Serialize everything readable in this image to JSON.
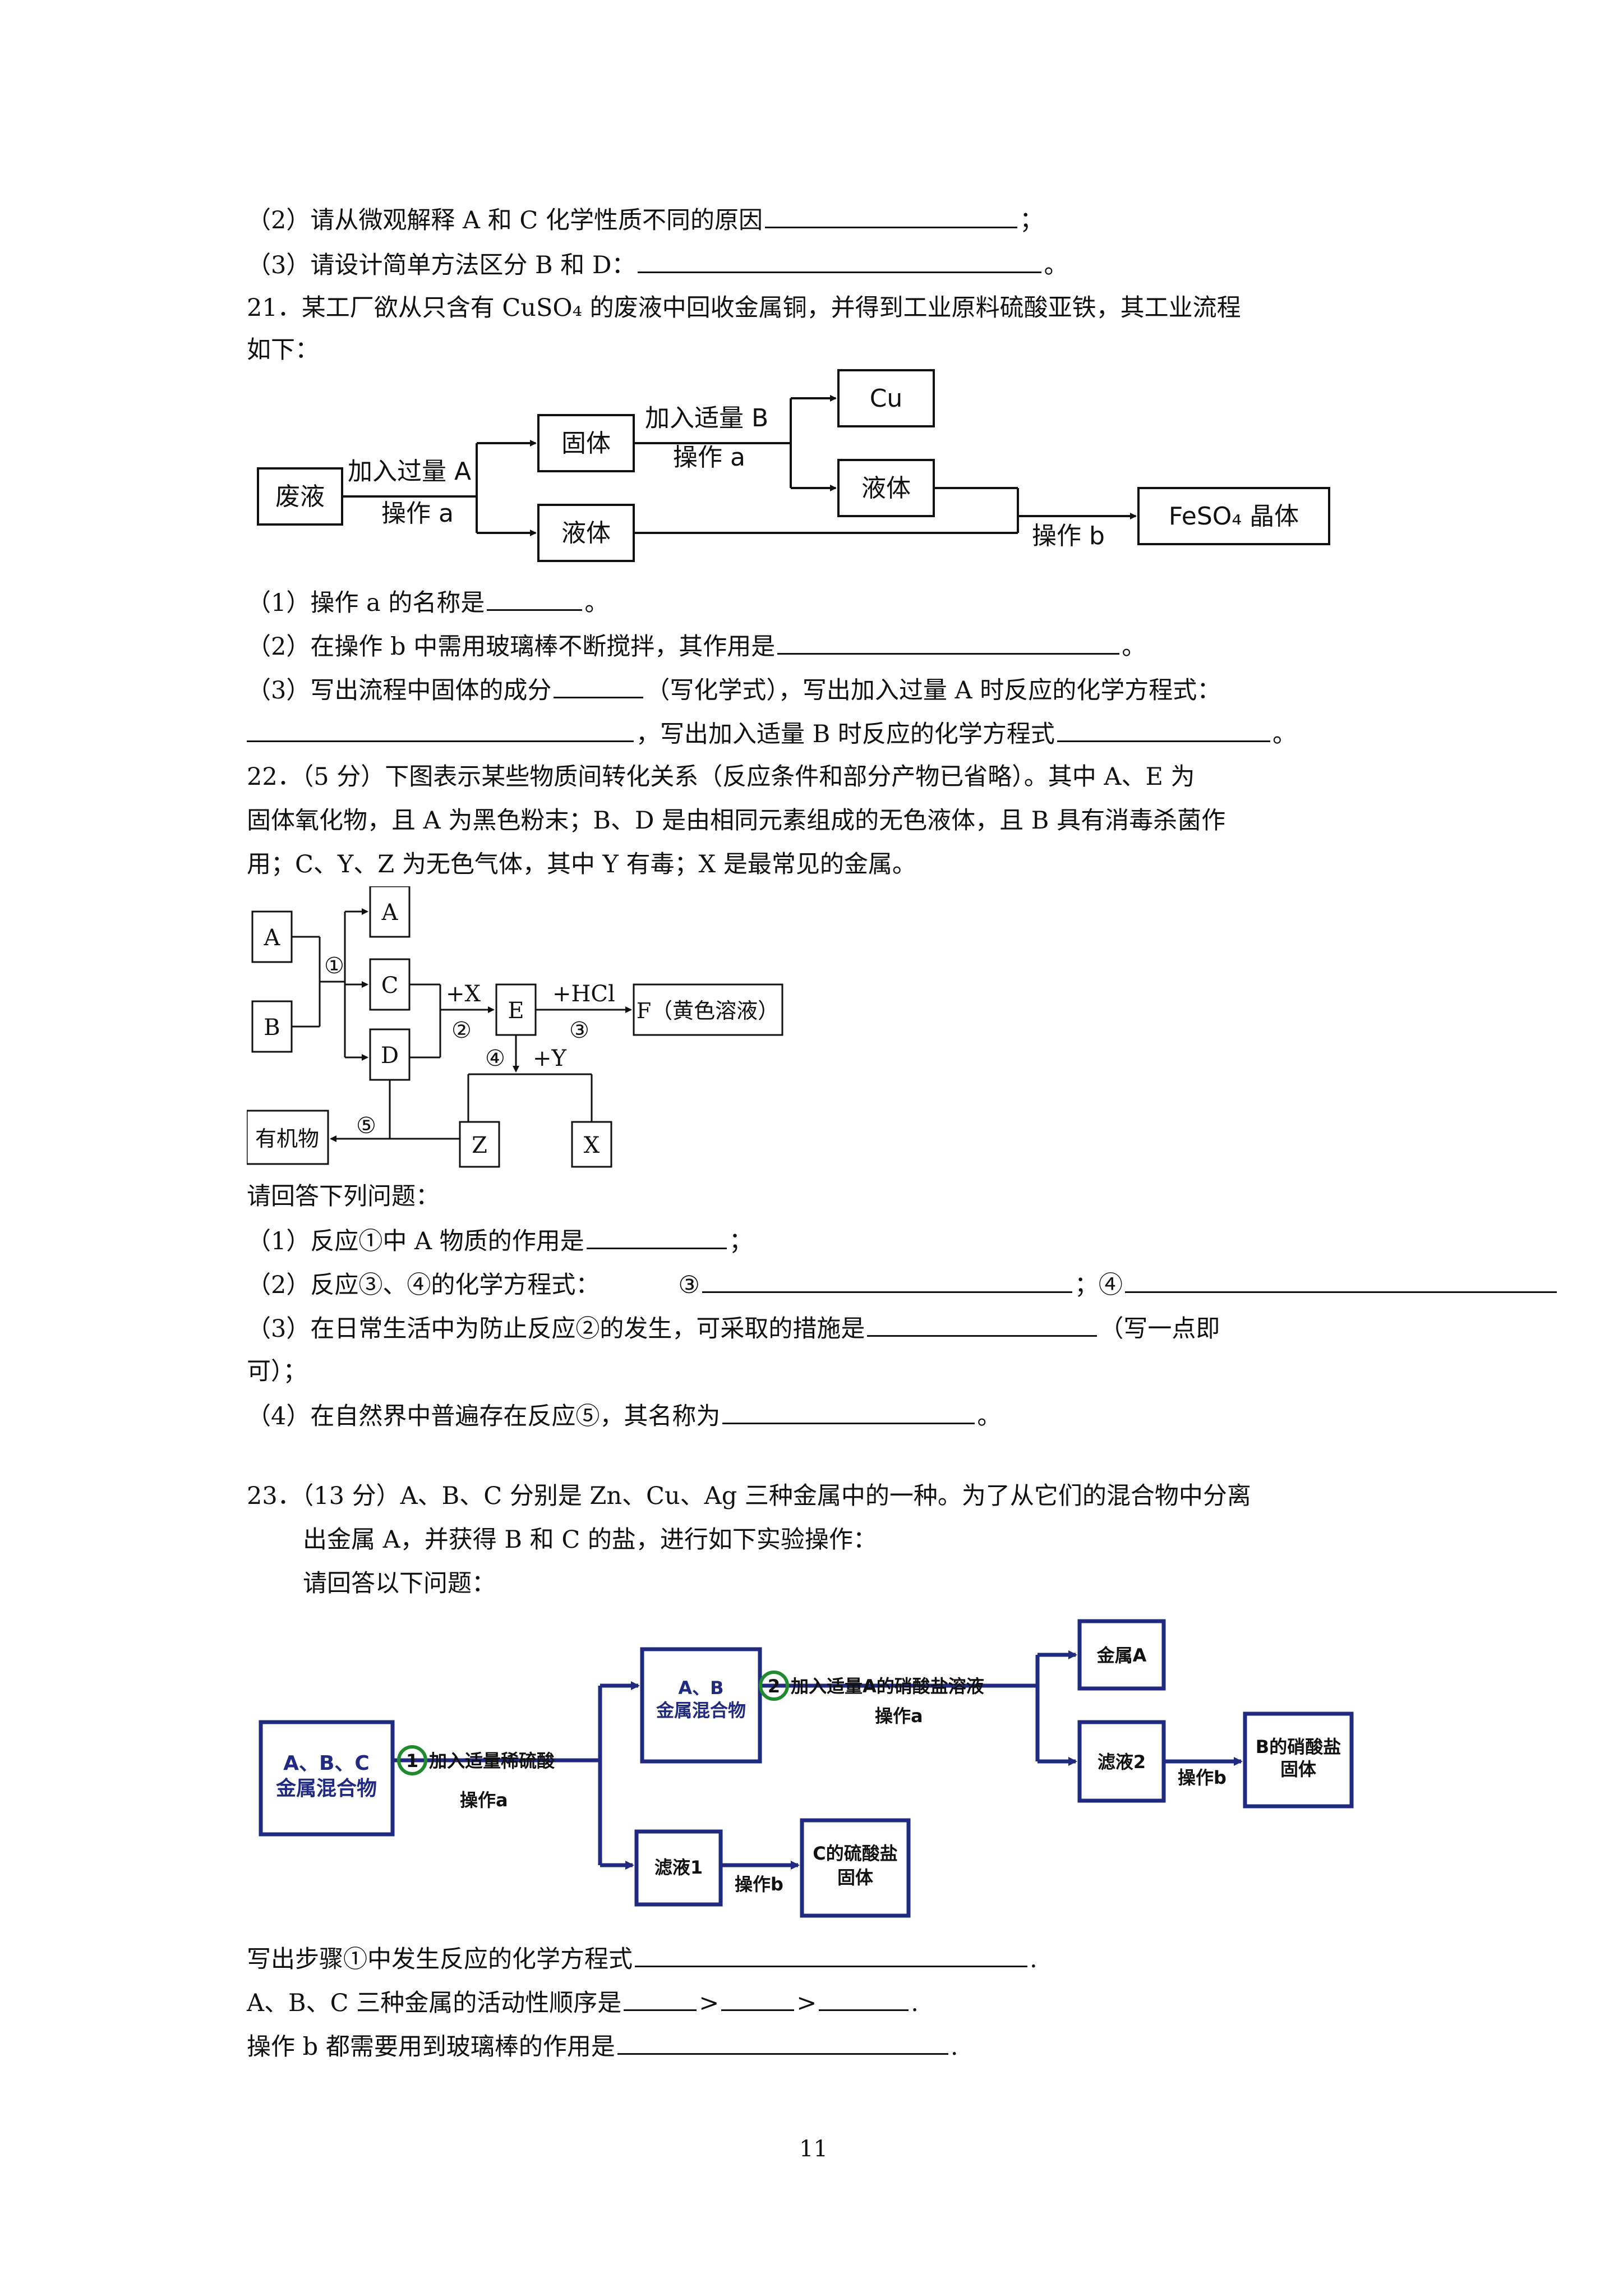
{
  "lines": {
    "q20_2": "（2）请从微观解释 A 和 C 化学性质不同的原因",
    "q20_3": "（3）请设计简单方法区分 B 和 D：",
    "q21_l1": "21．某工厂欲从只含有 CuSO₄ 的废液中回收金属铜，并得到工业原料硫酸亚铁，其工业流程",
    "q21_l2": "如下：",
    "q21_1": "（1）操作 a 的名称是",
    "q21_2": "（2）在操作 b 中需用玻璃棒不断搅拌，其作用是",
    "q21_3a": "（3）写出流程中固体的成分",
    "q21_3b": "（写化学式），写出加入过量 A 时反应的化学方程式：",
    "q21_3c": "，写出加入适量 B 时反应的化学方程式",
    "q22_l1": "22．（5 分）下图表示某些物质间转化关系（反应条件和部分产物已省略）。其中 A、E 为",
    "q22_l2": "固体氧化物，且 A 为黑色粉末；B、D 是由相同元素组成的无色液体，且 B 具有消毒杀菌作",
    "q22_l3": "用；C、Y、Z 为无色气体，其中 Y 有毒；X 是最常见的金属。",
    "q22_ask": "请回答下列问题：",
    "q22_1": "（1）反应①中 A 物质的作用是",
    "q22_2a": "（2）反应③、④的化学方程式：",
    "q22_2b": "③",
    "q22_2c": "；④",
    "q22_3a": "（3）在日常生活中为防止反应②的发生，可采取的措施是",
    "q22_3b": "（写一点即",
    "q22_3c": "可）；",
    "q22_4": "（4）在自然界中普遍存在反应⑤，其名称为",
    "q23_l1": "23．（13 分）A、B、C 分别是 Zn、Cu、Ag 三种金属中的一种。为了从它们的混合物中分离",
    "q23_l2": "出金属 A，并获得 B 和 C 的盐，进行如下实验操作：",
    "q23_l3": "请回答以下问题：",
    "q23_a": "写出步骤①中发生反应的化学方程式",
    "q23_b": "A、B、C 三种金属的活动性顺序是",
    "q23_b_gt1": ">",
    "q23_b_gt2": ">",
    "q23_c": "操作 b 都需要用到玻璃棒的作用是",
    "semi": "；",
    "period": "。",
    "dot": "."
  },
  "flow21": {
    "waste": "废液",
    "step1_top": "加入过量 A",
    "step1_bottom": "操作 a",
    "solid": "固体",
    "liquid1": "液体",
    "step2_top": "加入适量 B",
    "step2_bottom": "操作 a",
    "cu": "Cu",
    "liquid2": "液体",
    "step3": "操作 b",
    "product": "FeSO₄ 晶体"
  },
  "flow22": {
    "a": "A",
    "b": "B",
    "a2": "A",
    "c": "C",
    "d": "D",
    "e": "E",
    "f": "F（黄色溶液）",
    "z": "Z",
    "x": "X",
    "organic": "有机物",
    "plus_x": "+X",
    "plus_hcl": "+HCl",
    "plus_y": "+Y",
    "n1": "①",
    "n2": "②",
    "n3": "③",
    "n4": "④",
    "n5": "⑤"
  },
  "flow23": {
    "abc1": "A、B、C",
    "abc2": "金属混合物",
    "step1_num": "1",
    "step1_top": "加入适量稀硫酸",
    "step1_bottom": "操作a",
    "ab1": "A、B",
    "ab2": "金属混合物",
    "step2_num": "2",
    "step2_top": "加入适量A的硝酸盐溶液",
    "step2_bottom": "操作a",
    "metal_a": "金属A",
    "filtrate2": "滤液2",
    "op_b1": "操作b",
    "b_salt1": "B的硝酸盐",
    "b_salt2": "固体",
    "filtrate1": "滤液1",
    "op_b2": "操作b",
    "c_salt1": "C的硫酸盐",
    "c_salt2": "固体"
  },
  "page_number": "11",
  "colors": {
    "text": "#111111",
    "navy": "#1f2a80",
    "green": "#1f8a2e"
  }
}
